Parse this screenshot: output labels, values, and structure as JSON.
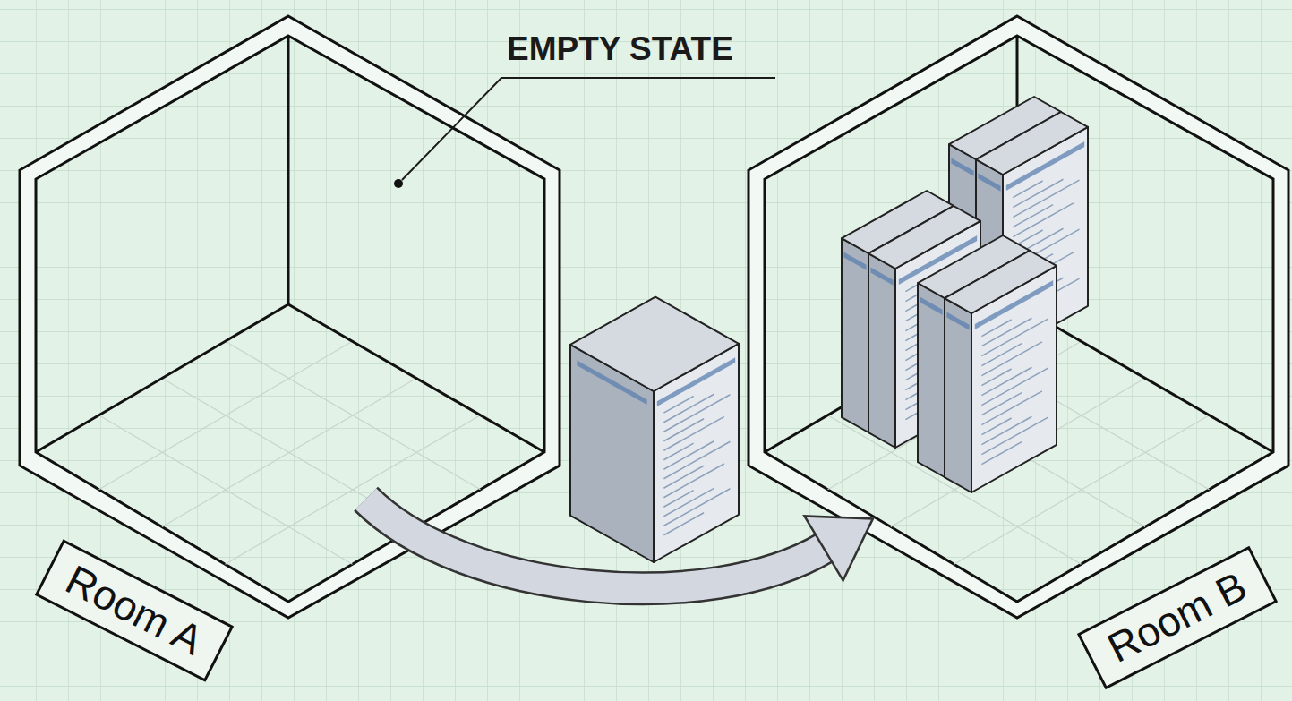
{
  "diagram": {
    "nodes": [
      {
        "text": [
          "Room A"
        ]
      },
      {
        "text": [
          "Room B"
        ]
      }
    ],
    "edges": [
      {
        "from": 0,
        "to": 1,
        "arrow": "to"
      }
    ],
    "labels": [
      "EMPTY STATE"
    ]
  }
}
